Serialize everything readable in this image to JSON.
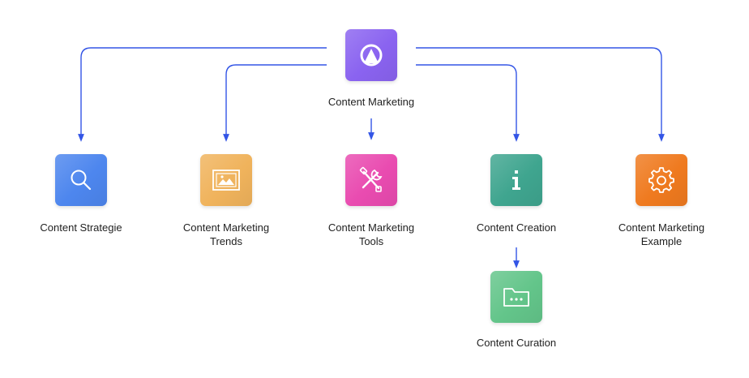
{
  "root": {
    "label": "Content Marketing",
    "color": "#8a63f0",
    "icon": "logo-icon"
  },
  "children": [
    {
      "label": "Content Strategie",
      "color": "#4d86ee",
      "icon": "search-icon"
    },
    {
      "label": "Content Marketing\nTrends",
      "color": "#f0b35c",
      "icon": "image-icon"
    },
    {
      "label": "Content Marketing\nTools",
      "color": "#e94bb0",
      "icon": "tools-icon"
    },
    {
      "label": "Content Creation",
      "color": "#3fa58f",
      "icon": "info-icon"
    },
    {
      "label": "Content Marketing\nExample",
      "color": "#ef7a1f",
      "icon": "gear-icon"
    }
  ],
  "grandchild": {
    "label": "Content Curation",
    "color": "#63c58a",
    "icon": "folder-icon"
  },
  "connector_color": "#3355e6"
}
